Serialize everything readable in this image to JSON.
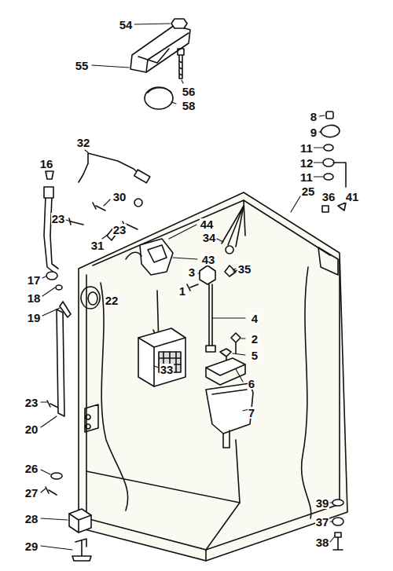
{
  "diagram": {
    "labels": [
      "54",
      "55",
      "56",
      "58",
      "8",
      "9",
      "11",
      "12",
      "11",
      "32",
      "16",
      "30",
      "23",
      "23",
      "31",
      "44",
      "34",
      "43",
      "35",
      "25",
      "36",
      "41",
      "3",
      "1",
      "4",
      "2",
      "5",
      "6",
      "7",
      "17",
      "18",
      "19",
      "22",
      "33",
      "23",
      "20",
      "26",
      "27",
      "28",
      "29",
      "39",
      "37",
      "38"
    ]
  }
}
